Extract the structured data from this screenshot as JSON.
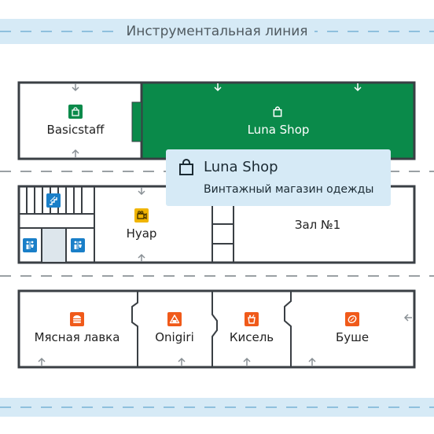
{
  "street": {
    "top_label": "Инструментальная линия"
  },
  "rooms": {
    "basicstaff": {
      "label": "Basicstaff",
      "icon": "shopping-bag-icon"
    },
    "luna_shop": {
      "label": "Luna Shop",
      "icon": "shopping-bag-icon",
      "highlight_color": "#0a8a4a"
    },
    "nuar": {
      "label": "Нуар",
      "icon": "camera-icon"
    },
    "hall1": {
      "label": "Зал №1"
    },
    "myasnaya": {
      "label": "Мясная лавка",
      "icon": "burger-icon"
    },
    "onigiri": {
      "label": "Onigiri",
      "icon": "onigiri-icon"
    },
    "kisel": {
      "label": "Кисель",
      "icon": "drink-icon"
    },
    "bushe": {
      "label": "Буше",
      "icon": "pastry-icon"
    }
  },
  "popup": {
    "title": "Luna Shop",
    "description": "Винтажный магазин одежды"
  },
  "colors": {
    "shop_icon": "#0a8a4a",
    "food_icon": "#f05a1a",
    "cafe_icon": "#f0b400",
    "service_icon": "#1a7fc8"
  }
}
